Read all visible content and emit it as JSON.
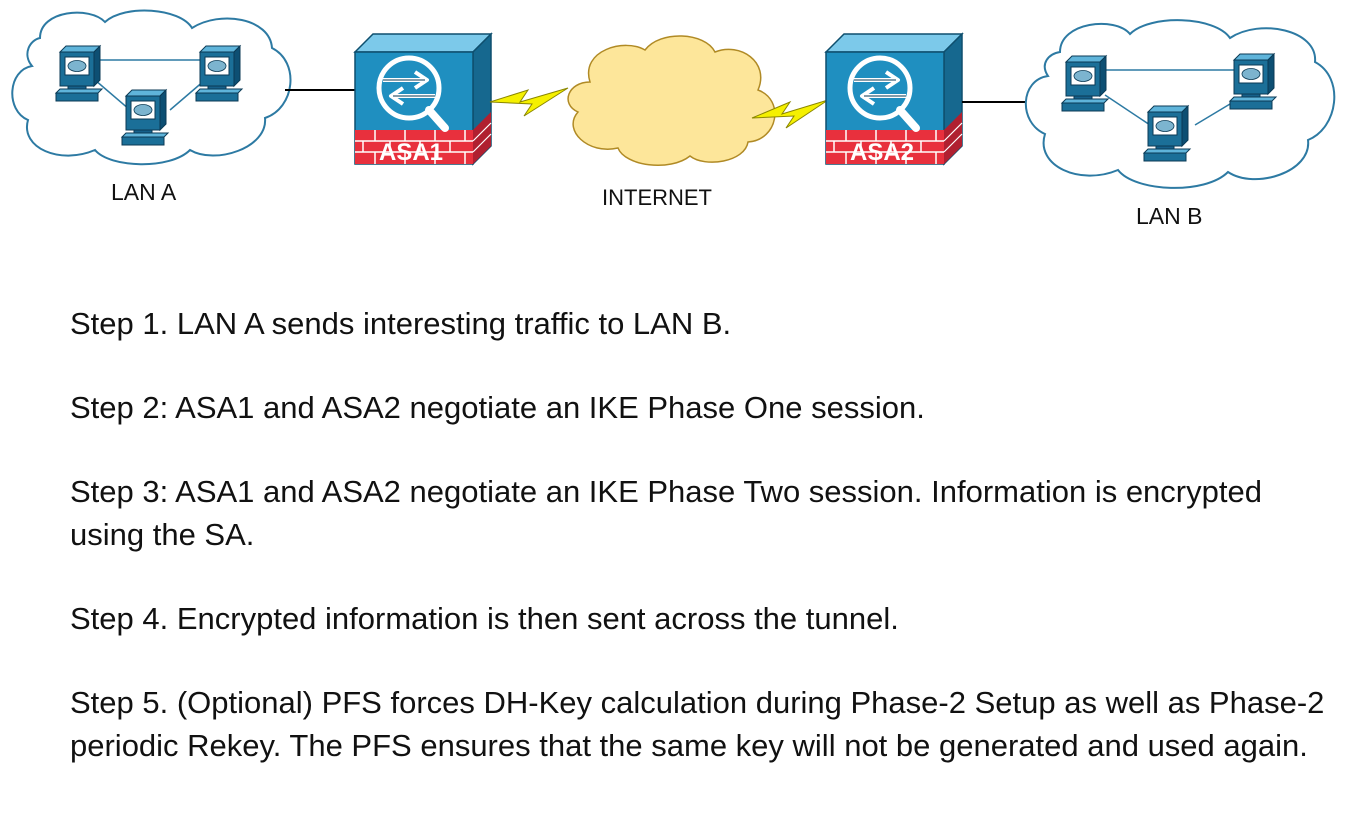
{
  "diagram": {
    "lan_a_label": "LAN A",
    "lan_b_label": "LAN B",
    "internet_label": "INTERNET",
    "asa1_label": "ASA1",
    "asa2_label": "ASA2",
    "icons": [
      "cloud-icon",
      "computer-icon",
      "firewall-icon",
      "lightning-link-icon"
    ],
    "colors": {
      "asa_blue": "#1f8fc0",
      "firewall_red": "#e8303d",
      "internet_cloud": "#fde69a",
      "lightning": "#f5f000",
      "computer_screen": "#1b6f98"
    }
  },
  "steps": [
    "Step 1. LAN A sends interesting traffic to LAN B.",
    "Step 2: ASA1 and ASA2 negotiate an IKE Phase One session.",
    "Step 3: ASA1 and ASA2 negotiate an IKE Phase Two session. Information is encrypted using the SA.",
    "Step 4. Encrypted information is then sent across the tunnel.",
    "Step 5. (Optional) PFS forces DH-Key calculation during Phase-2 Setup as well as Phase-2 periodic Rekey. The PFS ensures that the same key will not be generated and used again."
  ]
}
